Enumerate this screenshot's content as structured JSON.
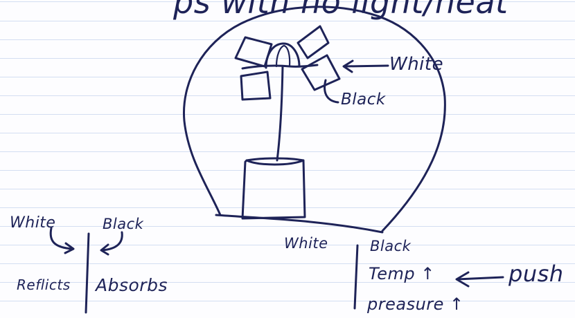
{
  "colors": {
    "ink": "#1e2358",
    "paper_line": "#d3def2",
    "paper": "#fdfdff"
  },
  "top_caption": "ps with no light/heat",
  "labels": {
    "white_vane": "White",
    "black_vane": "Black"
  },
  "table_left": {
    "col_white": "White",
    "col_black": "Black",
    "white_property": "Reflicts",
    "black_property": "Absorbs"
  },
  "table_right": {
    "col_white": "White",
    "col_black": "Black",
    "rows": [
      "Temp ↑",
      "preasure ↑"
    ],
    "push_label": "push"
  }
}
